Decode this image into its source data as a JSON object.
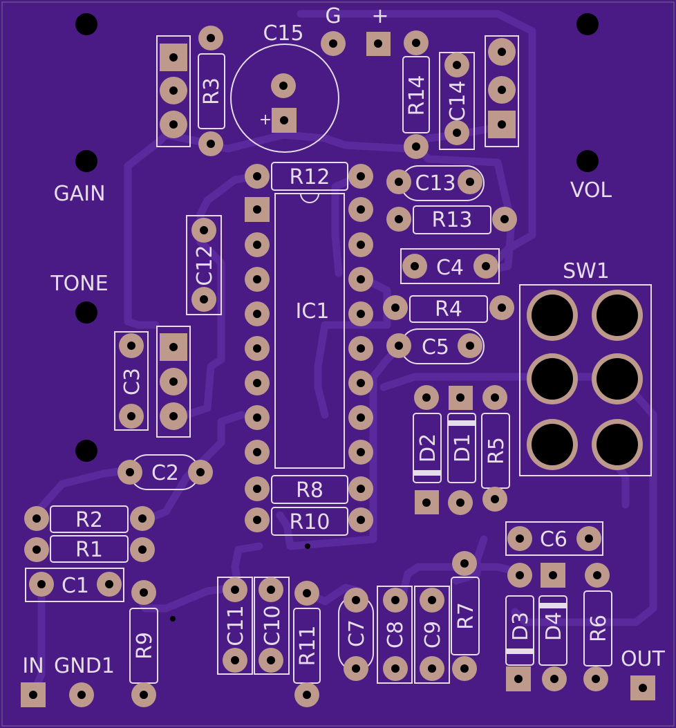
{
  "board": {
    "colors": {
      "substrate": "#4a1a85",
      "trace": "#5a2a9c",
      "silk": "#e6dcea",
      "pad": "#bd9a8c",
      "hole": "#000000",
      "edge": "#7a6a8a"
    }
  },
  "labels": {
    "g": "G",
    "plus": "+",
    "c15": "C15",
    "c15_pol": "+",
    "gain": "GAIN",
    "vol": "VOL",
    "tone": "TONE",
    "sw1": "SW1",
    "ic1": "IC1",
    "r3": "R3",
    "r14": "R14",
    "c14": "C14",
    "r12": "R12",
    "c13": "C13",
    "r13": "R13",
    "c12": "C12",
    "c4": "C4",
    "r4": "R4",
    "c5": "C5",
    "c3": "C3",
    "d2": "D2",
    "d1": "D1",
    "r5": "R5",
    "c2": "C2",
    "r8": "R8",
    "r10": "R10",
    "r2": "R2",
    "r1": "R1",
    "c1": "C1",
    "c6": "C6",
    "r9": "R9",
    "c11": "C11",
    "c10": "C10",
    "r11": "R11",
    "c7": "C7",
    "c8": "C8",
    "c9": "C9",
    "r7": "R7",
    "d3": "D3",
    "d4": "D4",
    "r6": "R6",
    "in": "IN",
    "gnd1": "GND1",
    "out": "OUT"
  }
}
